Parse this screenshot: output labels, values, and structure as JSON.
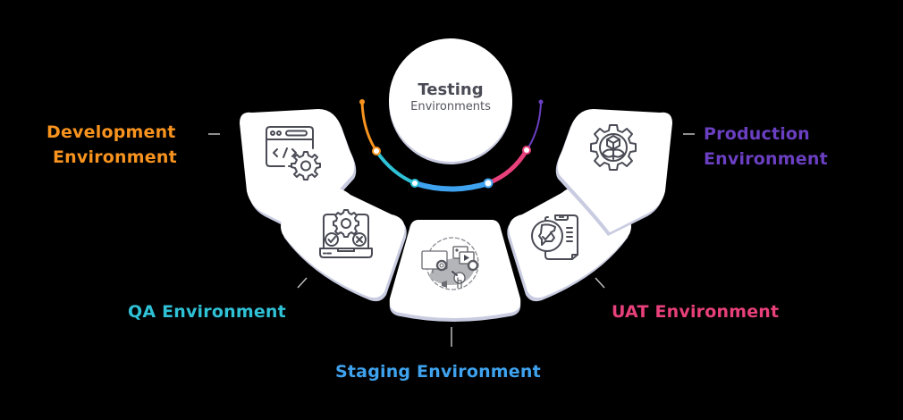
{
  "center": {
    "title": "Testing",
    "subtitle": "Environments"
  },
  "environments": [
    {
      "id": "development",
      "label_line1": "Development",
      "label_line2": "Environment",
      "color": "#F7931E",
      "icon": "code-window-gear-icon"
    },
    {
      "id": "qa",
      "label": "QA Environment",
      "color": "#2FC1D6",
      "icon": "laptop-gear-check-cross-icon"
    },
    {
      "id": "staging",
      "label": "Staging Environment",
      "color": "#3FA2EE",
      "icon": "media-gear-touch-icon"
    },
    {
      "id": "uat",
      "label": "UAT Environment",
      "color": "#E8407A",
      "icon": "clipboard-face-check-icon"
    },
    {
      "id": "production",
      "label_line1": "Production",
      "label_line2": "Environment",
      "color": "#6A3FC1",
      "icon": "gear-box-leaf-icon"
    }
  ],
  "colors": {
    "background": "#000000",
    "card": "#FFFFFF",
    "card_shadow": "#C9CCE0",
    "icon_stroke": "#4A4B55",
    "connector": "#BDBDBD"
  }
}
